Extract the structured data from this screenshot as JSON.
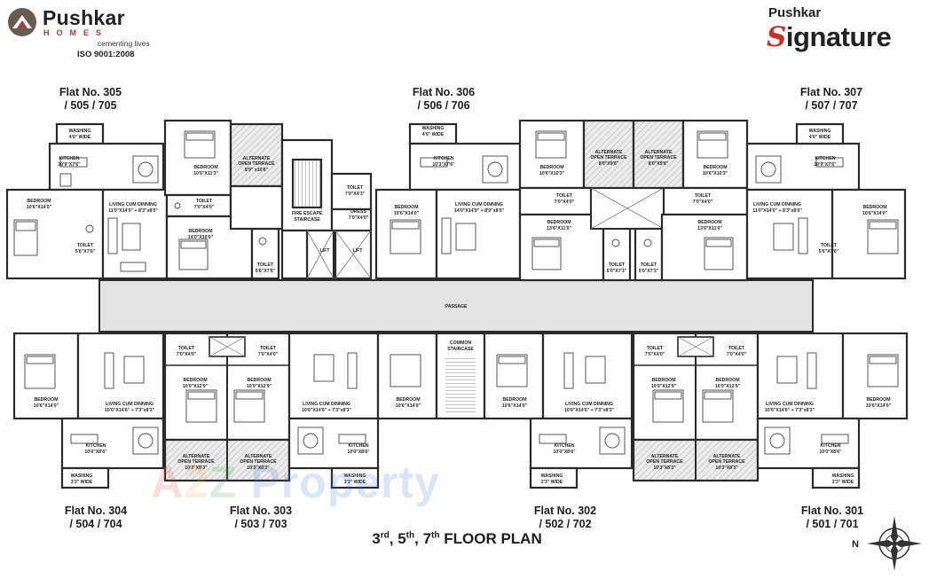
{
  "header": {
    "brand_name": "Pushkar",
    "brand_sub": "HOMES",
    "brand_tagline": "cementing lives",
    "brand_iso": "ISO 9001:2008",
    "project_brand": "Pushkar",
    "project_name_head": "S",
    "project_name_tail": "ignature"
  },
  "flats": {
    "f305": {
      "line1": "Flat No. 305",
      "line2": "/ 505 / 705"
    },
    "f306": {
      "line1": "Flat No. 306",
      "line2": "/ 506 / 706"
    },
    "f307": {
      "line1": "Flat No. 307",
      "line2": "/ 507 / 707"
    },
    "f304": {
      "line1": "Flat No. 304",
      "line2": "/ 504 / 704"
    },
    "f303": {
      "line1": "Flat No. 303",
      "line2": "/ 503 / 703"
    },
    "f302": {
      "line1": "Flat No. 302",
      "line2": "/ 502 / 702"
    },
    "f301": {
      "line1": "Flat No. 301",
      "line2": "/ 501 / 701"
    }
  },
  "rooms": {
    "washing_4": "WASHING",
    "washing_4_dim": "4'0\" WIDE",
    "washing_3": "WASHING",
    "washing_3_dim": "3'3\" WIDE",
    "kitchen": "KITCHEN",
    "kitchen_305_dim": "10'9\"X7'6\"",
    "kitchen_306_dim": "10'3\"X7'6\"",
    "kitchen_low_dim": "10'0\"X8'6\"",
    "bedroom": "BEDROOM",
    "bedroom_10x14": "10'6\"X14'0\"",
    "bedroom_305a": "10'6\"X11'3\"",
    "bedroom_305b": "14'0\"X10'0\"",
    "bedroom_306a": "10'6\"X10'3\"",
    "bedroom_306b": "13'6\"X11'0\"",
    "bedroom_low_a": "10'0\"X12'9\"",
    "bedroom_low_b": "10'6\"X14'0\"",
    "toilet": "TOILET",
    "toilet_a": "7'0\"X4'0\"",
    "toilet_b": "5'0\"X7'3\"",
    "toilet_c": "5'6\"X7'6\"",
    "toilet_d": "7'0\"X4'3\"",
    "living": "LIVING CUM DINNING",
    "living_top_dim": "11'0\"X14'0\" + 8'3\"x8'0\"",
    "living_306_dim": "14'0\"X14'9\" + 8'9\"x8'0\"",
    "living_low_dim": "10'6\"X14'6\" + 7'3\"x8'3\"",
    "alt_terrace": "ALTERNATE",
    "alt_terrace2": "OPEN TERRACE",
    "alt_terrace_top_dim": "8'9\" x10'6\"",
    "alt_terrace_306_dim": "8'0\"X9'6\"",
    "alt_terrace_low_dim": "10'3\"X8'3\"",
    "fire_escape": "FIRE ESCAPE",
    "staircase": "STAIRCASE",
    "lift": "LIFT",
    "dress": "DRESS",
    "dress_dim": "7'0\"X4'0\"",
    "passage": "PASSAGE",
    "common": "COMMON"
  },
  "footer": {
    "floor_n1": "3",
    "sup1": "rd",
    "sep1": ", ",
    "floor_n2": "5",
    "sup2": "th",
    "sep2": ", ",
    "floor_n3": "7",
    "sup3": "th",
    "floor_rest": " FLOOR PLAN",
    "compass_n": "N"
  },
  "watermark": {
    "a": "A",
    "two": "2",
    "z": "Z",
    "rest": " Property"
  },
  "colors": {
    "wall": "#2a2a2a",
    "passage": "#e3e3e3",
    "terrace": "#c9c9c9",
    "red": "#c9302c"
  }
}
